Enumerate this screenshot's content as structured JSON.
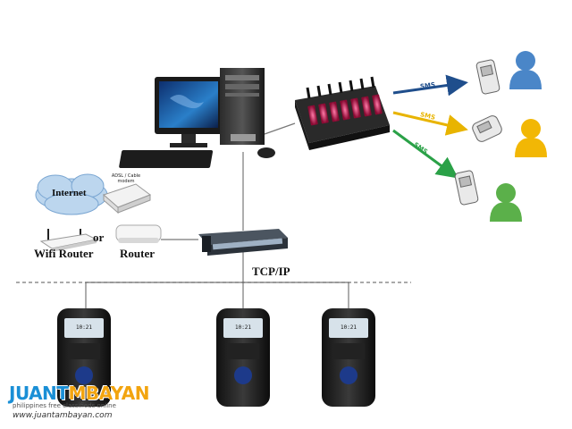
{
  "labels": {
    "internet": "Internet",
    "modem": "ADSL / Cable\nmodem",
    "or": "or",
    "wifi_router": "Wifi Router",
    "router": "Router",
    "network": "TCP/IP"
  },
  "sms": {
    "label": "SMS",
    "colors": [
      "#1f4e8c",
      "#e8b400",
      "#2aa147"
    ]
  },
  "devices": {
    "clock": "10:21"
  },
  "watermark": {
    "logo_part1": "JUANT",
    "logo_part2": "MBAYAN",
    "tagline": "philippines free classifieds online",
    "url": "www.juantambayan.com"
  },
  "colors": {
    "person_blue": "#4a86c8",
    "person_yellow": "#f2b705",
    "person_green": "#5bb04a",
    "modem_glow": "#d81f5c",
    "cloud": "#bcd6ee"
  }
}
